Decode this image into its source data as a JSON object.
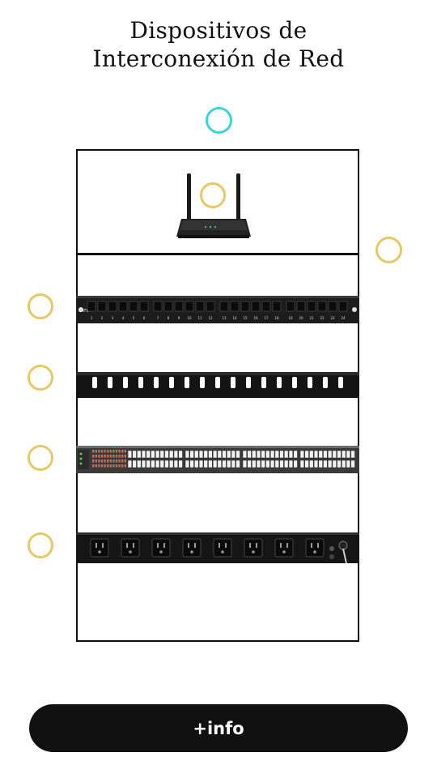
{
  "title": {
    "line1": "Dispositivos de",
    "line2": "Interconexión de Red"
  },
  "devices": [
    {
      "name": "router",
      "icon": "router-icon"
    },
    {
      "name": "patch panel",
      "icon": "patch-panel-icon"
    },
    {
      "name": "cable organizer",
      "icon": "cable-manager-icon"
    },
    {
      "name": "switch",
      "icon": "switch-icon"
    },
    {
      "name": "power strip",
      "icon": "power-strip-icon"
    }
  ],
  "patch_panel": {
    "brand": "CAT6",
    "port_numbers": [
      "1",
      "2",
      "3",
      "4",
      "5",
      "6",
      "7",
      "8",
      "9",
      "10",
      "11",
      "12",
      "13",
      "14",
      "15",
      "16",
      "17",
      "18",
      "19",
      "20",
      "21",
      "22",
      "23",
      "24"
    ]
  },
  "colors": {
    "hotspot": "#e8c766",
    "hotspot_active": "#3fd3d9",
    "button_bg": "#111111",
    "button_text": "#ffffff"
  },
  "info_button": {
    "label": "+info"
  }
}
